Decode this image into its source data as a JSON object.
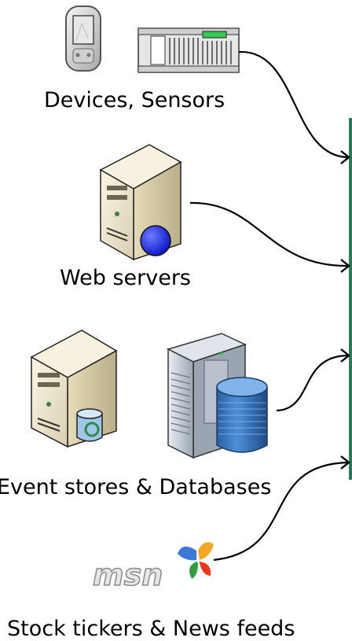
{
  "sources": [
    {
      "id": "devices",
      "label": "Devices, Sensors",
      "icons": [
        "pda-icon",
        "plc-rack-icon"
      ]
    },
    {
      "id": "web",
      "label": "Web servers",
      "icons": [
        "web-server-icon"
      ]
    },
    {
      "id": "events",
      "label": "Event stores & Databases",
      "icons": [
        "database-server-icon",
        "server-rack-icon",
        "database-cylinder-icon"
      ]
    },
    {
      "id": "stock",
      "label": "Stock tickers & News feeds",
      "icons": [
        "msn-logo-icon"
      ]
    }
  ],
  "logo": {
    "text": "msn"
  },
  "colors": {
    "connector": "#000000",
    "server_beige": "#efe6c8",
    "web_globe": "#1f2cff",
    "database_blue": "#2f6fb7",
    "rack_gray": "#b9c2cc",
    "target_bar": "#2b7a5a"
  }
}
